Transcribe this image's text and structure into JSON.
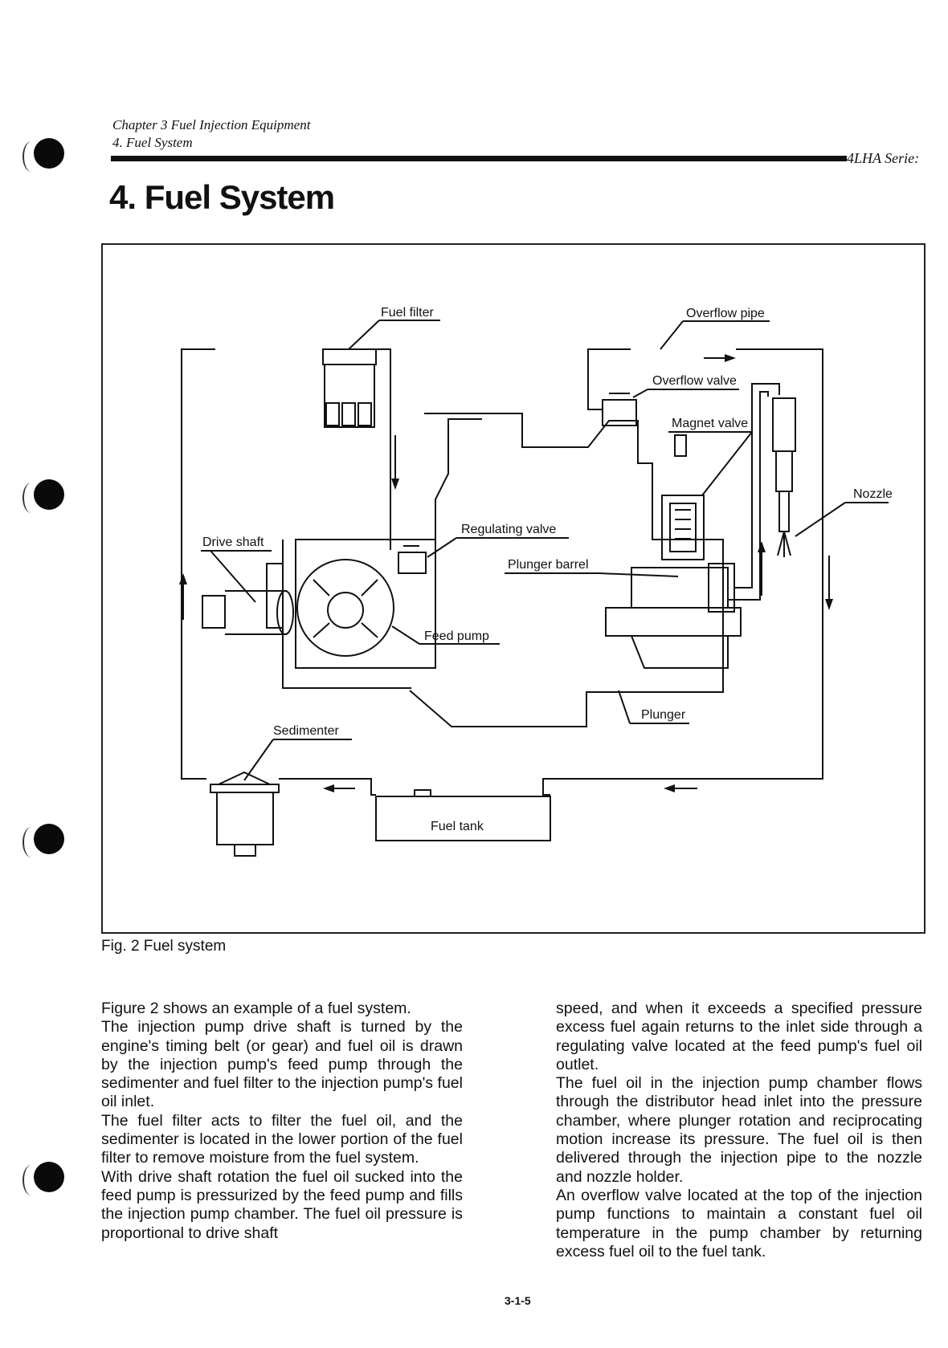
{
  "header": {
    "chapter": "Chapter 3 Fuel Injection Equipment",
    "section": "4. Fuel System",
    "series": "4LHA Serie:"
  },
  "title": "4. Fuel System",
  "figure": {
    "caption": "Fig. 2  Fuel system",
    "labels": {
      "fuel_filter": "Fuel filter",
      "overflow_pipe": "Overflow pipe",
      "overflow_valve": "Overflow valve",
      "magnet_valve": "Magnet valve",
      "nozzle": "Nozzle",
      "regulating_valve": "Regulating valve",
      "drive_shaft": "Drive shaft",
      "plunger_barrel": "Plunger barrel",
      "feed_pump": "Feed pump",
      "plunger": "Plunger",
      "sedimenter": "Sedimenter",
      "fuel_tank": "Fuel tank"
    }
  },
  "body": {
    "left": [
      "Figure 2 shows an example of a fuel system.",
      "The injection pump drive shaft is turned by the engine's timing belt (or gear) and fuel oil is drawn by the injection pump's feed pump through the sedimenter and fuel filter to the injection pump's fuel oil inlet.",
      "The fuel filter acts to filter the fuel oil, and the sedimenter is located in the lower portion of the fuel filter to remove moisture from the fuel system.",
      "With drive shaft rotation the fuel oil sucked into the feed pump is pressurized by the feed pump and fills the injection pump chamber. The fuel oil pressure is proportional to drive shaft"
    ],
    "right": [
      "speed, and when it exceeds a specified pressure excess fuel again returns to the inlet side through a regulating valve located at the feed pump's fuel oil outlet.",
      "The fuel oil in the injection pump chamber flows through the distributor head inlet into the pressure chamber, where plunger rotation and reciprocating motion increase its pressure. The fuel oil is then delivered through the injection pipe to the nozzle and nozzle holder.",
      "An overflow valve located at the top of the injection pump functions to maintain a constant fuel oil temperature in the pump chamber by returning excess fuel oil to the fuel tank."
    ]
  },
  "page_number": "3-1-5"
}
